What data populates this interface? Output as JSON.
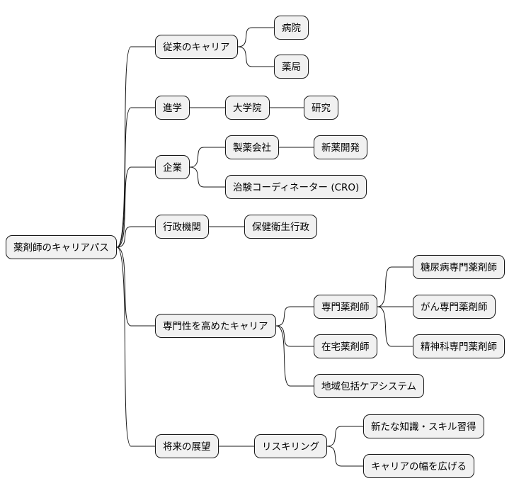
{
  "root": {
    "id": "root",
    "label": "薬剤師のキャリアパス",
    "children": [
      {
        "id": "c1",
        "label": "従来のキャリア",
        "children": [
          {
            "id": "c1a",
            "label": "病院",
            "children": []
          },
          {
            "id": "c1b",
            "label": "薬局",
            "children": []
          }
        ]
      },
      {
        "id": "c2",
        "label": "進学",
        "children": [
          {
            "id": "c2a",
            "label": "大学院",
            "children": [
              {
                "id": "c2a1",
                "label": "研究",
                "children": []
              }
            ]
          }
        ]
      },
      {
        "id": "c3",
        "label": "企業",
        "children": [
          {
            "id": "c3a",
            "label": "製薬会社",
            "children": [
              {
                "id": "c3a1",
                "label": "新薬開発",
                "children": []
              }
            ]
          },
          {
            "id": "c3b",
            "label": "治験コーディネーター (CRO)",
            "children": []
          }
        ]
      },
      {
        "id": "c4",
        "label": "行政機関",
        "children": [
          {
            "id": "c4a",
            "label": "保健衛生行政",
            "children": []
          }
        ]
      },
      {
        "id": "c5",
        "label": "専門性を高めたキャリア",
        "children": [
          {
            "id": "c5a",
            "label": "専門薬剤師",
            "children": [
              {
                "id": "c5a1",
                "label": "糖尿病専門薬剤師",
                "children": []
              },
              {
                "id": "c5a2",
                "label": "がん専門薬剤師",
                "children": []
              },
              {
                "id": "c5a3",
                "label": "精神科専門薬剤師",
                "children": []
              }
            ]
          },
          {
            "id": "c5b",
            "label": "在宅薬剤師",
            "children": []
          },
          {
            "id": "c5c",
            "label": "地域包括ケアシステム",
            "children": []
          }
        ]
      },
      {
        "id": "c6",
        "label": "将来の展望",
        "children": [
          {
            "id": "c6a",
            "label": "リスキリング",
            "children": [
              {
                "id": "c6a1",
                "label": "新たな知識・スキル習得",
                "children": []
              },
              {
                "id": "c6a2",
                "label": "キャリアの幅を広げる",
                "children": []
              }
            ]
          }
        ]
      }
    ]
  }
}
